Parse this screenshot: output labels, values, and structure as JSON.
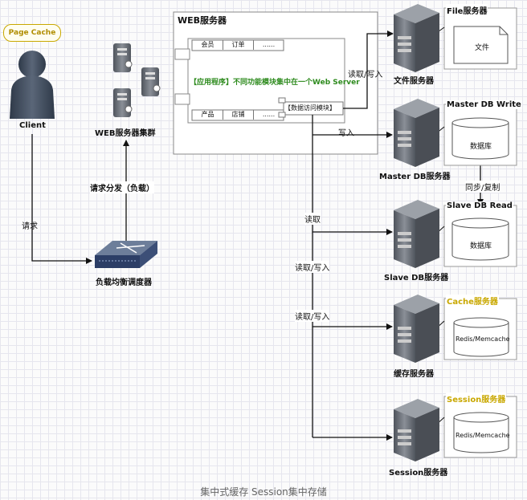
{
  "caption": "集中式缓存 Session集中存储",
  "page_cache": "Page Cache",
  "client": "Client",
  "request": "请求",
  "load_balancer": "负载均衡调度器",
  "dispatch": "请求分发（负载）",
  "web_cluster": "WEB服务器集群",
  "web_server": {
    "title": "WEB服务器",
    "top_modules": [
      "会员",
      "订单",
      "......"
    ],
    "bottom_modules": [
      "产品",
      "店铺",
      "......"
    ],
    "app_note": "【应用程序】不同功能模块集中在一个Web Server",
    "data_access": "【数据访问模块】"
  },
  "edges": {
    "read_write_file": "读取/写入",
    "write_master": "写入",
    "sync": "同步/复制",
    "read_slave": "读取",
    "read_write_cache": "读取/写入",
    "read_write_session": "读取/写入"
  },
  "servers": {
    "file": {
      "label": "文件服务器",
      "box_title": "File服务器",
      "content": "文件"
    },
    "master": {
      "label": "Master DB服务器",
      "box_title": "Master DB Write",
      "content": "数据库"
    },
    "slave": {
      "label": "Slave DB服务器",
      "box_title": "Slave DB Read",
      "content": "数据库"
    },
    "cache": {
      "label": "缓存服务器",
      "box_title": "Cache服务器",
      "content": "Redis/Memcache"
    },
    "session": {
      "label": "Session服务器",
      "box_title": "Session服务器",
      "content": "Redis/Memcache"
    }
  },
  "colors": {
    "app_note": "#2e8b1e",
    "highlight_title": "#c9a800",
    "server_body": "#6b7079",
    "client_figure": "#3f4a5a"
  }
}
